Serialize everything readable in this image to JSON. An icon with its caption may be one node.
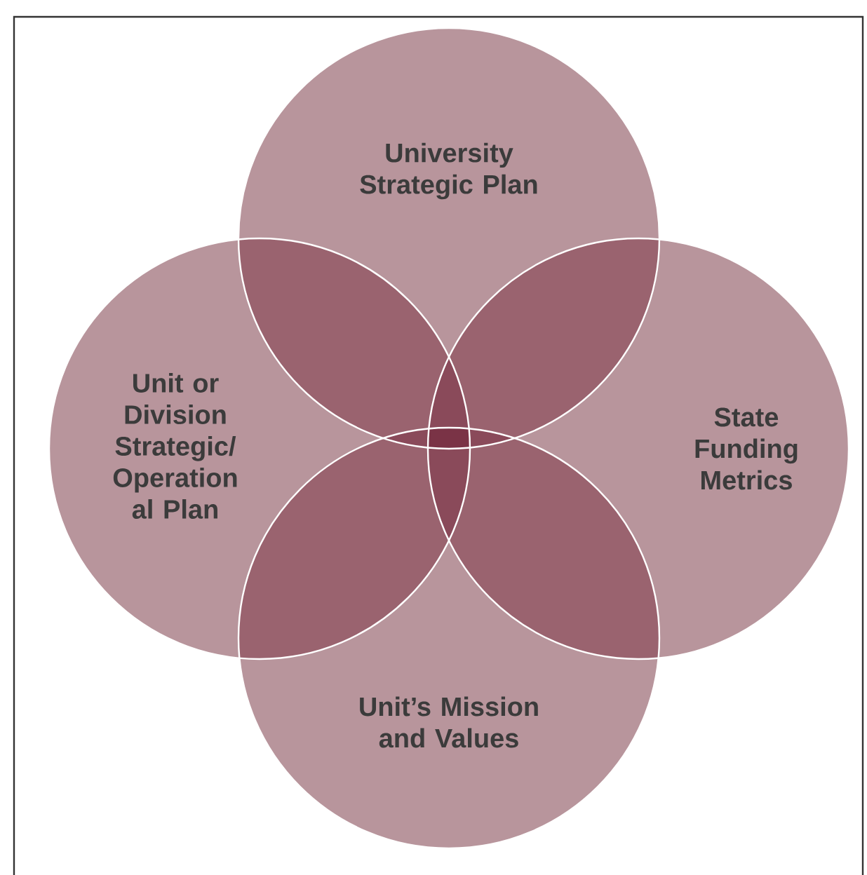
{
  "diagram": {
    "nodes": [
      {
        "text": [
          "University Strategic Plan"
        ]
      },
      {
        "text": [
          "Unit or Division Strategic/ Operation al Plan"
        ]
      },
      {
        "text": [
          "State Funding Metrics"
        ]
      },
      {
        "text": [
          "Unit’s Mission and Values"
        ]
      }
    ]
  }
}
